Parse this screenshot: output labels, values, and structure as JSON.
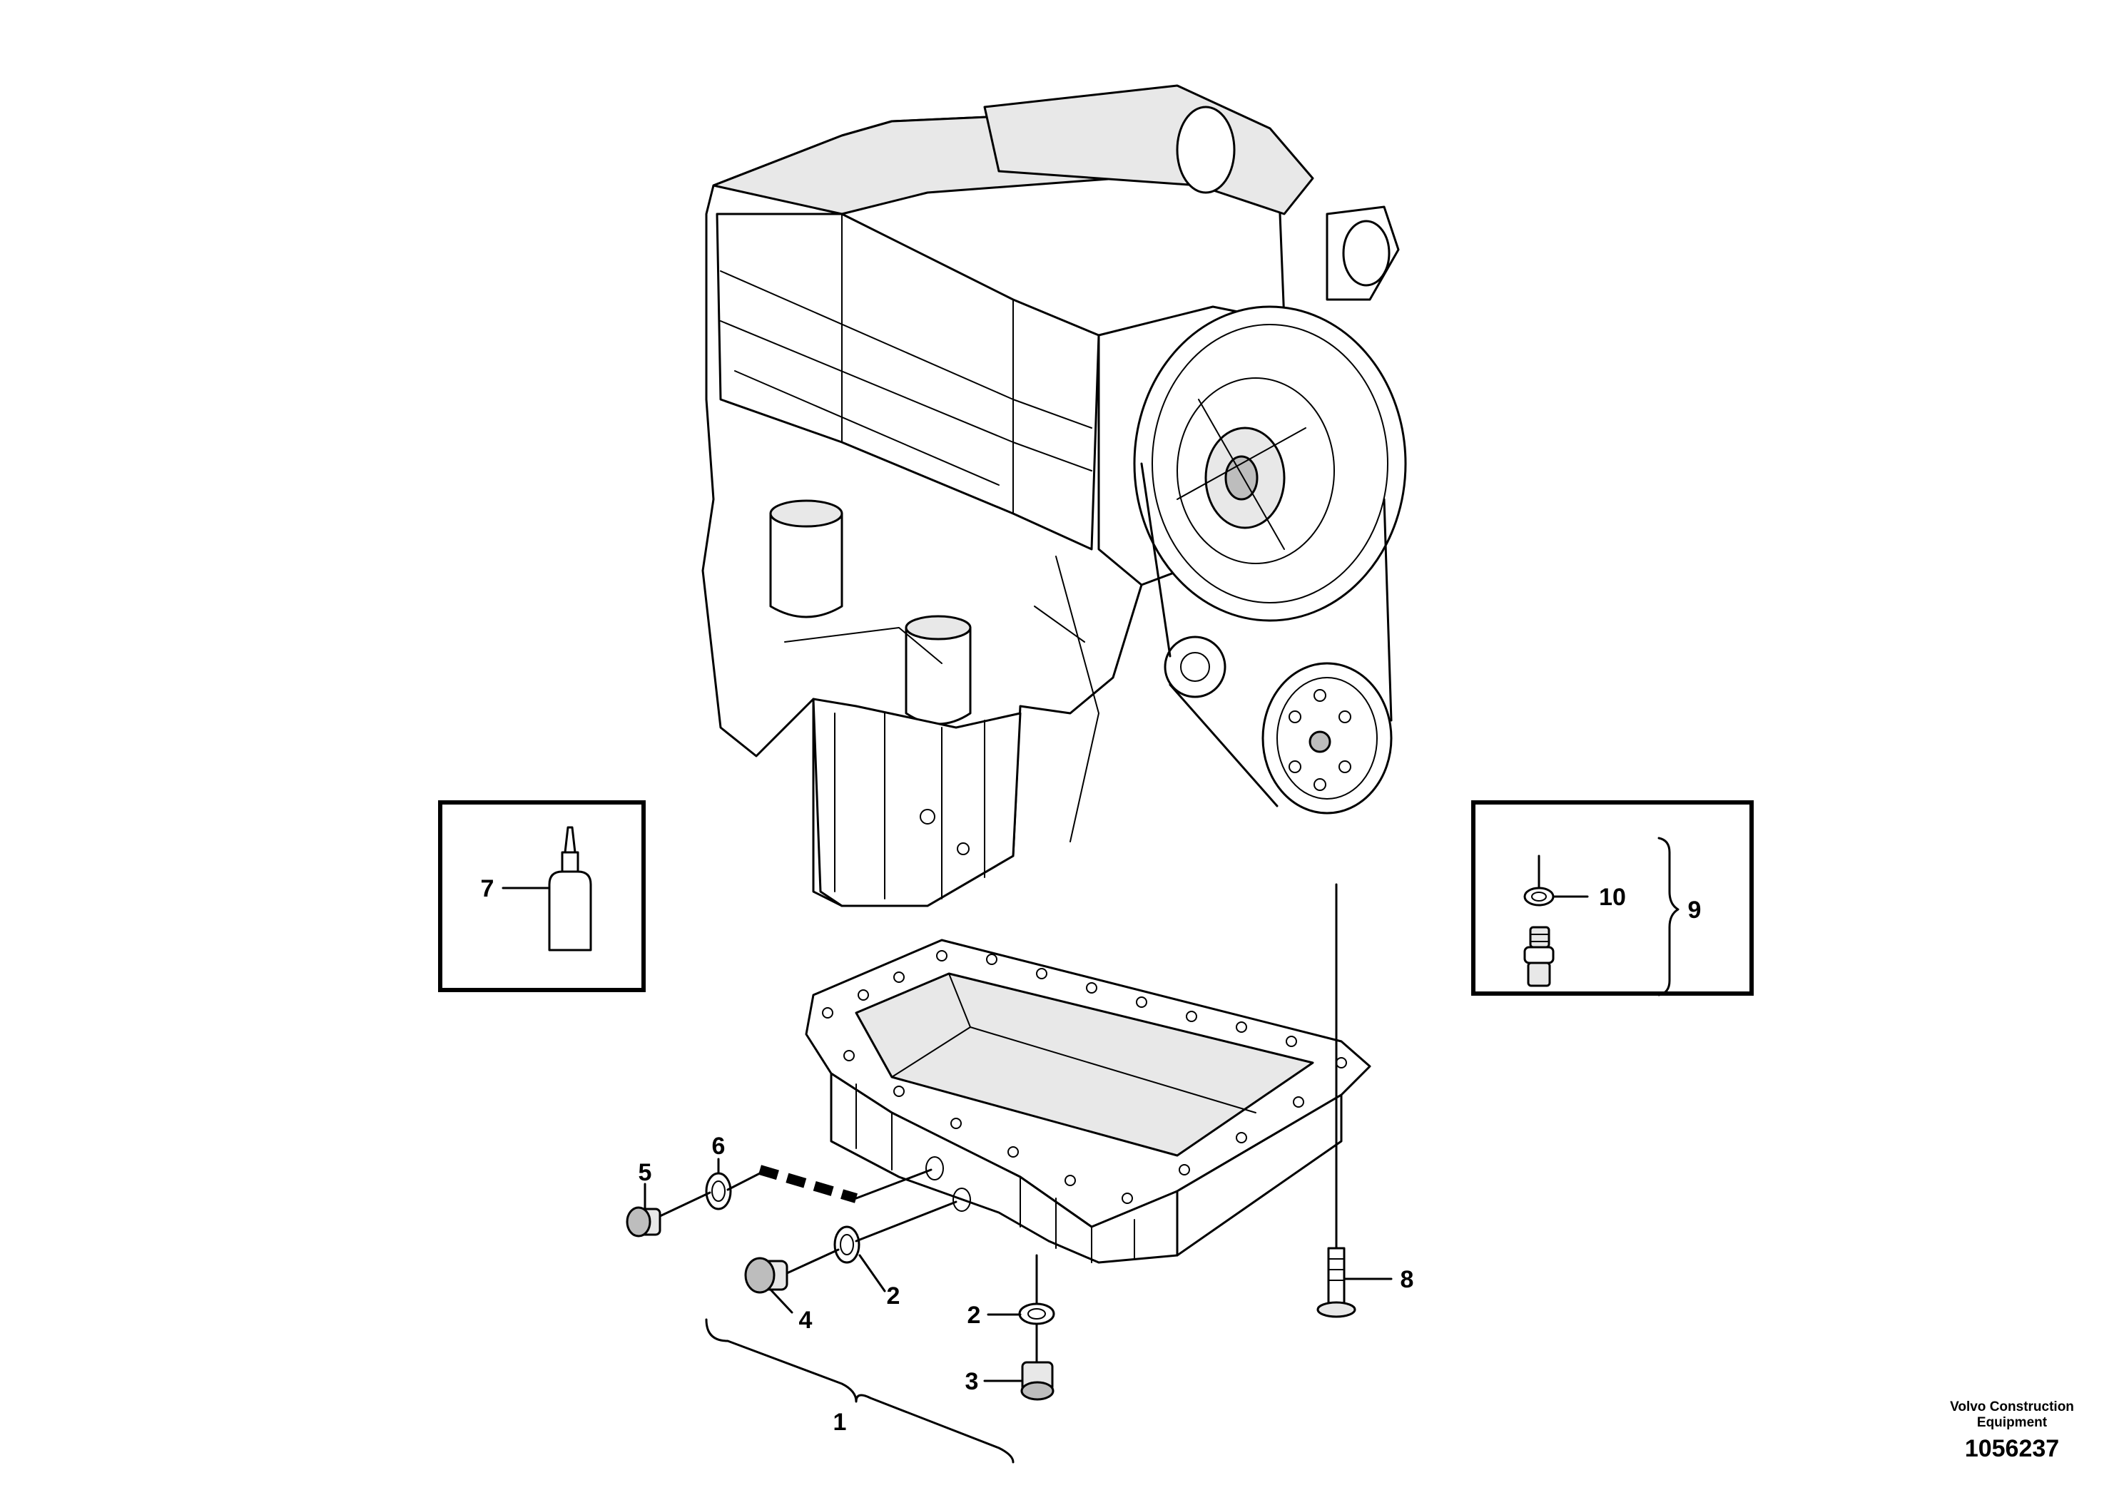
{
  "diagram": {
    "callouts": {
      "c1": "1",
      "c2a": "2",
      "c2b": "2",
      "c3": "3",
      "c4": "4",
      "c5": "5",
      "c6": "6",
      "c7": "7",
      "c8": "8",
      "c9": "9",
      "c10": "10"
    }
  },
  "footer": {
    "brand_line1": "Volvo Construction",
    "brand_line2": "Equipment",
    "code": "1056237"
  }
}
